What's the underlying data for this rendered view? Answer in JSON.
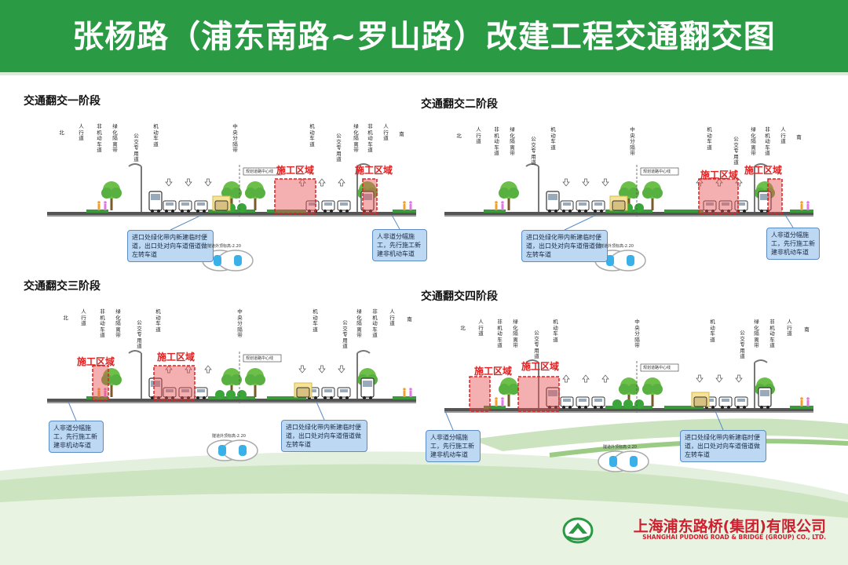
{
  "title": "张杨路（浦东南路~罗山路）改建工程交通翻交图",
  "colors": {
    "header": "#2b9a45",
    "construction_zone": "#e02020",
    "note_bg": "#bcd8f2",
    "grass": "#3c9a3c"
  },
  "phases": [
    {
      "title": "交通翻交一阶段",
      "zones": [
        "施工区域",
        "施工区域"
      ],
      "notes": [
        "进口处绿化带内新建临时便道，出口处对向车道借道做左转车道",
        "人非道分幅施工，先行施工新建非机动车道"
      ],
      "labels": {
        "north": "北",
        "south": "南",
        "ped": "人行道",
        "nonmotor": "非机动车道",
        "greenbelt": "绿化隔离带",
        "bus": "公交专用道",
        "motor": "机动车道",
        "median": "中央分隔带",
        "centerline": "规划道路中心线",
        "tunnel": "隧道外顶标高-2.20"
      }
    },
    {
      "title": "交通翻交二阶段",
      "zones": [
        "施工区域",
        "施工区域"
      ],
      "notes": [
        "进口处绿化带内新建临时便道，出口处对向车道借道做左转车道",
        "人非道分幅施工，先行施工新建非机动车道"
      ],
      "labels": {
        "north": "北",
        "south": "南",
        "ped": "人行道",
        "nonmotor": "非机动车道",
        "greenbelt": "绿化隔离带",
        "bus": "公交专用道",
        "motor": "机动车道",
        "median": "中央分隔带",
        "centerline": "规划道路中心线",
        "tunnel": "隧道外顶标高-2.20"
      }
    },
    {
      "title": "交通翻交三阶段",
      "zones": [
        "施工区域",
        "施工区域"
      ],
      "notes": [
        "人非道分幅施工，先行施工新建非机动车道",
        "进口处绿化带内新建临时便道，出口处对向车道借道做左转车道"
      ],
      "labels": {
        "north": "北",
        "south": "南",
        "ped": "人行道",
        "nonmotor": "非机动车道",
        "greenbelt": "绿化隔离带",
        "bus": "公交专用道",
        "motor": "机动车道",
        "median": "中央分隔带",
        "centerline": "规划道路中心线",
        "tunnel": "隧道外顶标高-2.20"
      }
    },
    {
      "title": "交通翻交四阶段",
      "zones": [
        "施工区域",
        "施工区域"
      ],
      "notes": [
        "人非道分幅施工，先行施工新建非机动车道",
        "进口处绿化带内新建临时便道，出口处对向车道借道做左转车道"
      ],
      "labels": {
        "north": "北",
        "south": "南",
        "ped": "人行道",
        "nonmotor": "非机动车道",
        "greenbelt": "绿化隔离带",
        "bus": "公交专用道",
        "motor": "机动车道",
        "median": "中央分隔带",
        "centerline": "规划道路中心线",
        "tunnel": "隧道外顶标高-2.20"
      }
    }
  ],
  "company": {
    "name_cn": "上海浦东路桥(集团)有限公司",
    "name_en": "SHANGHAI PUDONG ROAD & BRIDGE (GROUP) CO., LTD."
  }
}
